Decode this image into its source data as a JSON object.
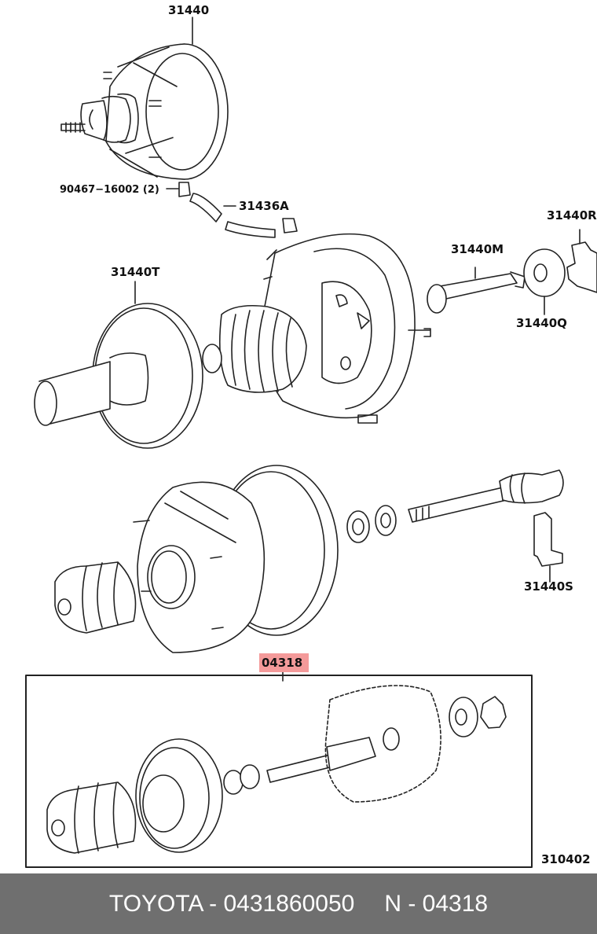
{
  "labels": {
    "p31440": "31440",
    "p90467": "90467−16002 (2)",
    "p31436A": "31436A",
    "p31440R": "31440R",
    "p31440M": "31440M",
    "p31440T": "31440T",
    "p31440Q": "31440Q",
    "p31440S": "31440S",
    "p04318": "04318",
    "diagram_code": "310402"
  },
  "footer": {
    "part_number": "TOYOTA - 0431860050",
    "reference": "N - 04318"
  },
  "colors": {
    "highlight": "#f49a9a",
    "footer_bg": "#6f6f6f",
    "line": "#222222"
  }
}
